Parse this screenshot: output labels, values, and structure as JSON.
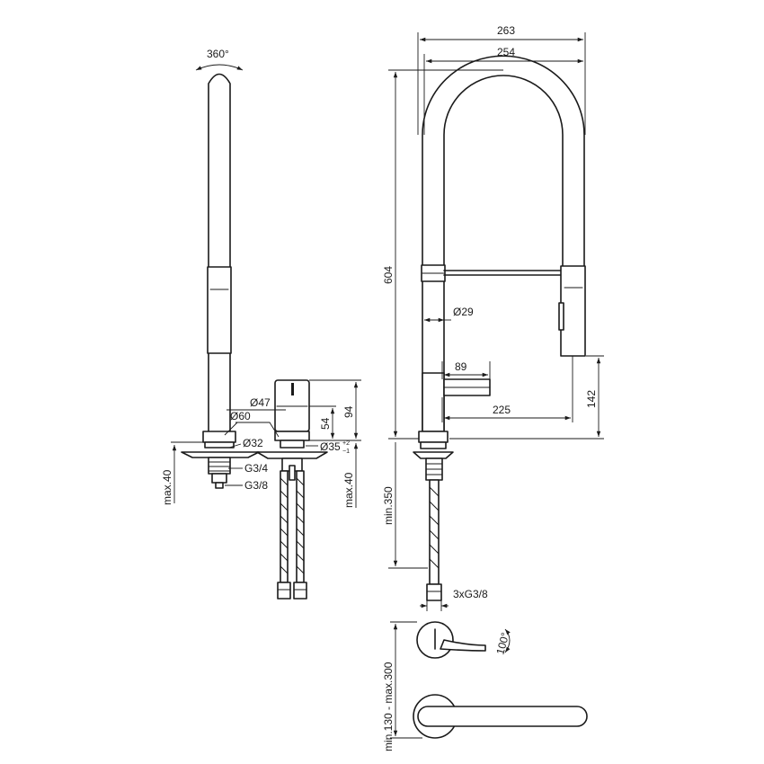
{
  "labels": {
    "rotation_360": "360°",
    "d47": "Ø47",
    "d60": "Ø60",
    "d32": "Ø32",
    "g34": "G3/4",
    "g38": "G3/8",
    "max40_left": "max.40",
    "max40_right": "max.40",
    "h54": "54",
    "h94": "94",
    "d35": "Ø35",
    "d35_tol_upper": "+2",
    "d35_tol_lower": "−1",
    "w263": "263",
    "w254": "254",
    "h604": "604",
    "d29": "Ø29",
    "w89": "89",
    "w225": "225",
    "h142": "142",
    "min350": "min.350",
    "hoses": "3xG3/8",
    "spacing": "min.130 - max.300",
    "rotation_100": "100°"
  }
}
